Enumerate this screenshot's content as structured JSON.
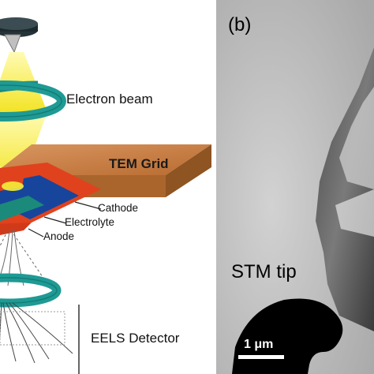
{
  "panel_a": {
    "labels": {
      "electron_beam": "Electron beam",
      "tem_grid": "TEM Grid",
      "cathode": "Cathode",
      "electrolyte": "Electrolyte",
      "anode": "Anode",
      "eels_detector": "EELS Detector"
    },
    "colors": {
      "lens_ring": "#1f9a94",
      "beam": "#f4ea1c",
      "tem_grid": "#c47b3f",
      "cathode_layer": "#e0421d",
      "electrolyte_layer": "#17459c",
      "anode_layer": "#1b8a7a"
    }
  },
  "panel_b": {
    "panel_letter": "(b)",
    "tip_label": "STM tip",
    "scale_bar_label": "1 μm"
  }
}
